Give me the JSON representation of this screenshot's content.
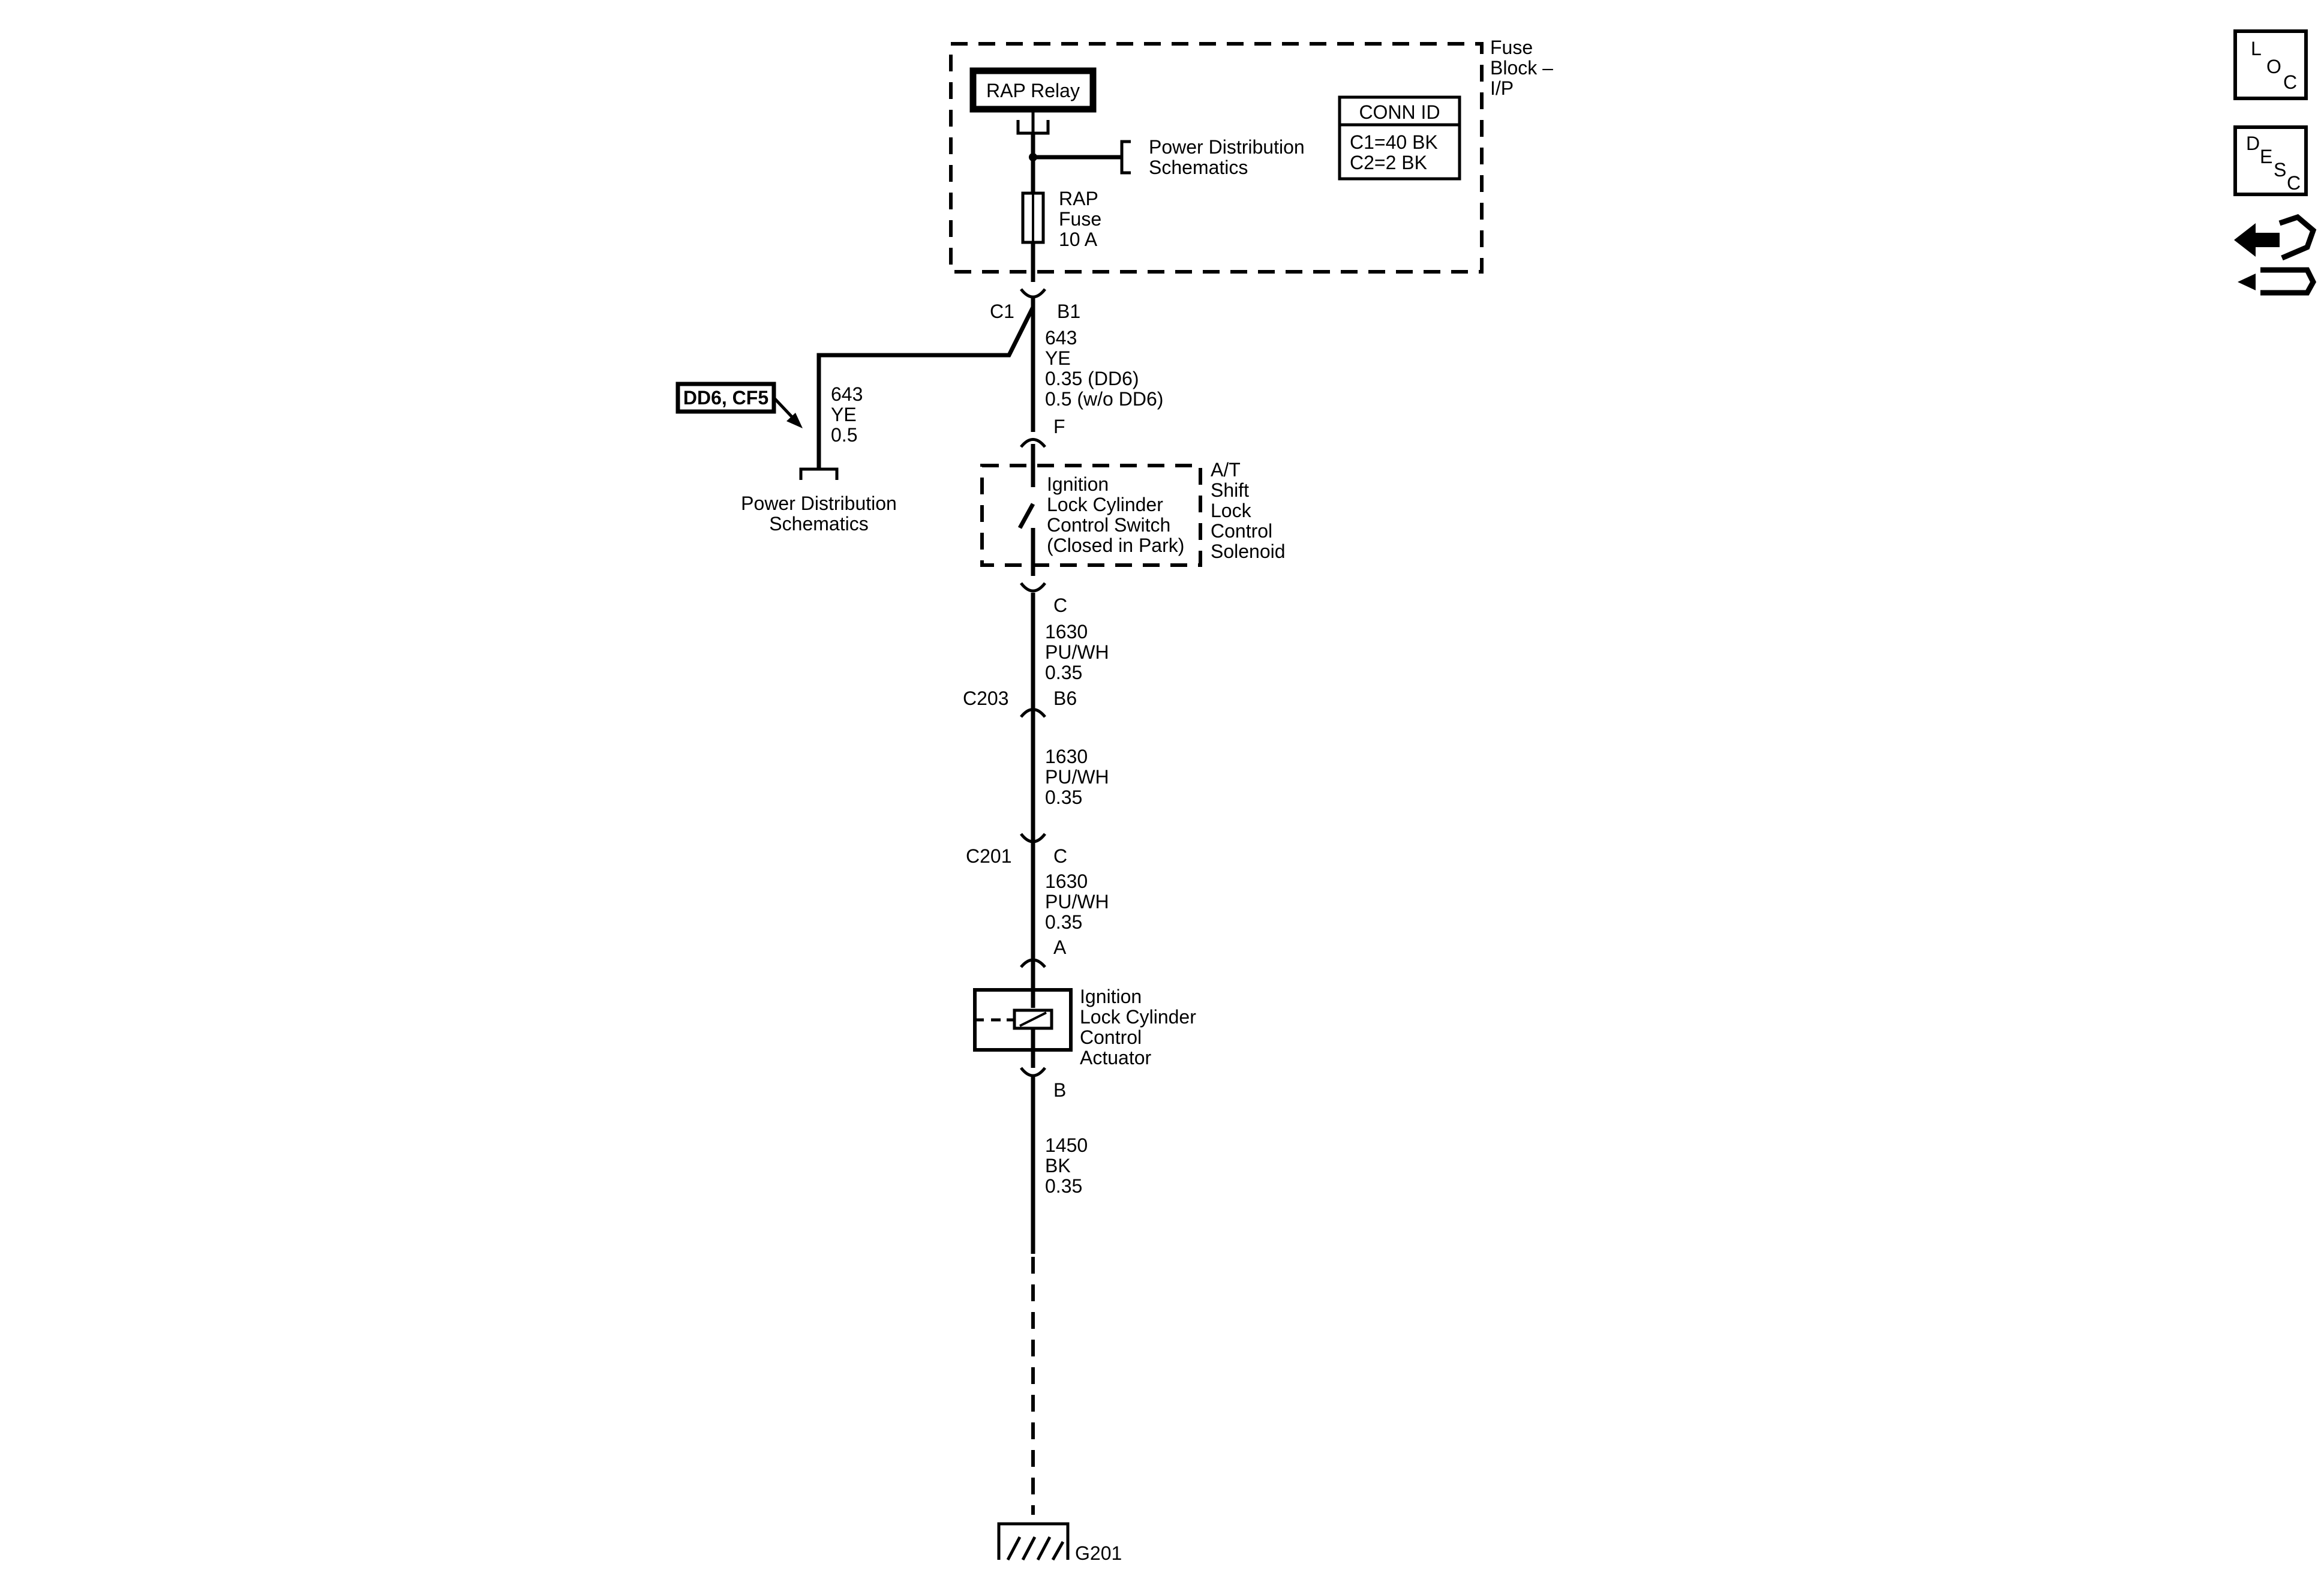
{
  "fuse_block": {
    "label": [
      "Fuse",
      "Block –",
      "I/P"
    ],
    "relay": "RAP Relay",
    "conn_id_title": "CONN ID",
    "conn_ids": [
      "C1=40 BK",
      "C2=2 BK"
    ],
    "power_distribution": [
      "Power Distribution",
      "Schematics"
    ],
    "fuse": [
      "RAP",
      "Fuse",
      "10 A"
    ]
  },
  "connectors": {
    "c1": "C1",
    "b1": "B1",
    "f": "F",
    "c_switch_out": "C",
    "c203": "C203",
    "b6": "B6",
    "c201": "C201",
    "c_c201": "C",
    "a": "A",
    "b": "B",
    "g201": "G201"
  },
  "wires": {
    "w643_main": [
      "643",
      "YE",
      "0.35 (DD6)",
      "0.5 (w/o DD6)"
    ],
    "w643_branch": [
      "643",
      "YE",
      "0.5"
    ],
    "w1630_a": [
      "1630",
      "PU/WH",
      "0.35"
    ],
    "w1630_b": [
      "1630",
      "PU/WH",
      "0.35"
    ],
    "w1630_c": [
      "1630",
      "PU/WH",
      "0.35"
    ],
    "w1450": [
      "1450",
      "BK",
      "0.35"
    ]
  },
  "option_tag": "DD6, CF5",
  "branch_power_distribution": [
    "Power Distribution",
    "Schematics"
  ],
  "switch": {
    "label": [
      "Ignition",
      "Lock Cylinder",
      "Control Switch",
      "(Closed in Park)"
    ],
    "component": [
      "A/T",
      "Shift",
      "Lock",
      "Control",
      "Solenoid"
    ]
  },
  "actuator": {
    "label": [
      "Ignition",
      "Lock Cylinder",
      "Control",
      "Actuator"
    ]
  },
  "side_icons": {
    "loc": [
      "L",
      "O",
      "C"
    ],
    "desc": [
      "D",
      "E",
      "S",
      "C"
    ],
    "icon_name": "service-hand-icon"
  }
}
